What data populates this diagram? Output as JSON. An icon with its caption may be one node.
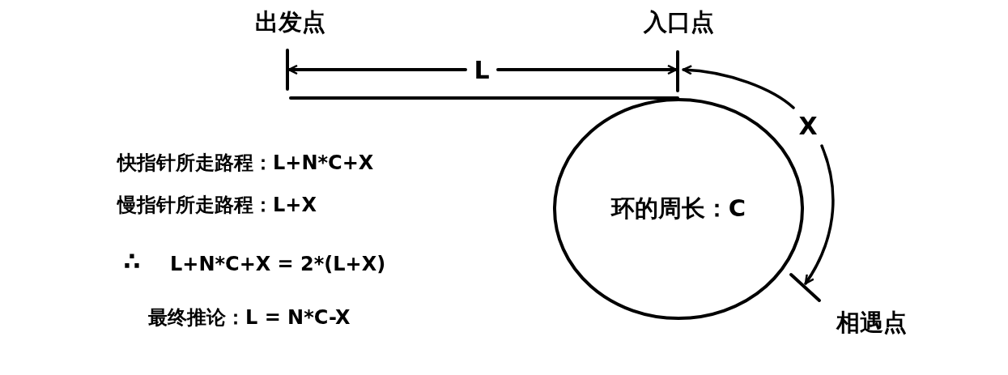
{
  "diagram": {
    "nodes": [
      {
        "text": [
          "环的周长：C"
        ]
      }
    ],
    "edges": [],
    "labels": [
      "出发点",
      "入口点",
      "L",
      "X",
      "快指针所走路程：L+N*C+X",
      "慢指针所走路程：L+X",
      "∴",
      "L+N*C+X = 2*(L+X)",
      "最终推论：L = N*C-X",
      "相遇点"
    ]
  }
}
